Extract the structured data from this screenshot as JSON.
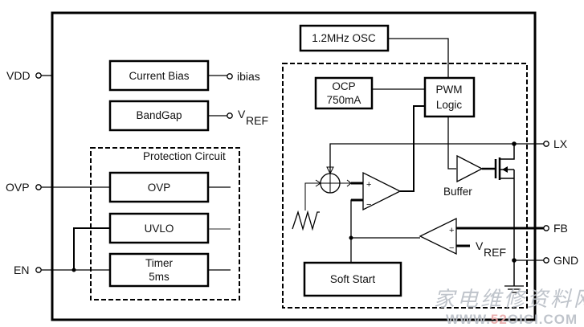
{
  "diagram": {
    "pins": {
      "vdd": "VDD",
      "ovp": "OVP",
      "en": "EN",
      "lx": "LX",
      "fb": "FB",
      "gnd": "GND"
    },
    "blocks": {
      "current_bias": "Current Bias",
      "bandgap": "BandGap",
      "osc": "1.2MHz OSC",
      "ocp_line1": "OCP",
      "ocp_line2": "750mA",
      "pwm_line1": "PWM",
      "pwm_line2": "Logic",
      "ovp": "OVP",
      "uvlo": "UVLO",
      "timer_line1": "Timer",
      "timer_line2": "5ms",
      "soft_start": "Soft Start",
      "buffer": "Buffer"
    },
    "groups": {
      "protection": "Protection Circuit"
    },
    "signals": {
      "ibias": "ibias",
      "vref_main": "V",
      "vref_sub": "REF",
      "plus": "+",
      "minus": "−"
    },
    "watermark": {
      "line1": "家电维修资料网",
      "line2_a": "WWW.",
      "line2_b": "52",
      "line2_c": "OICI.COM"
    }
  }
}
